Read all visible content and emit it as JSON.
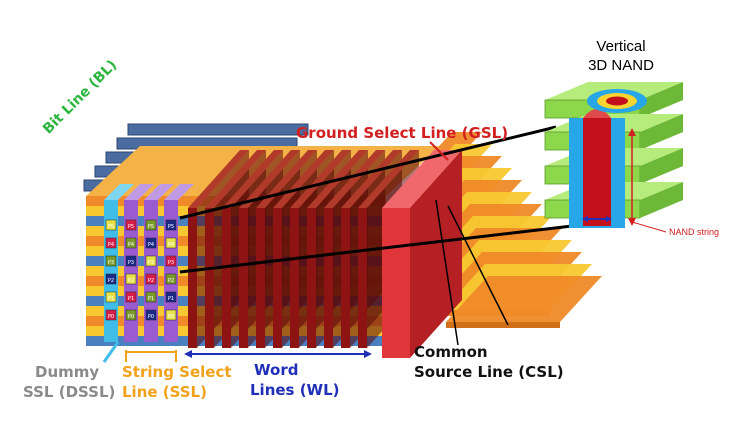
{
  "labels": {
    "vertical_line1": "Vertical",
    "vertical_line2": "3D NAND",
    "bit_line": "Bit Line (BL)",
    "gsl": "Ground Select Line (GSL)",
    "nand_string": "NAND string",
    "csl_line1": "Common",
    "csl_line2": "Source Line (CSL)",
    "wl_line1": "Word",
    "wl_line2": "Lines (WL)",
    "ssl_line1": "String Select",
    "ssl_line2": "Line (SSL)",
    "dssl_line1": "Dummy",
    "dssl_line2": "SSL (DSSL)"
  },
  "cell_labels": [
    "P5",
    "P4",
    "P3",
    "P2",
    "P1",
    "P0"
  ],
  "colors": {
    "bit_line": "#4a6ca0",
    "gsl": "#e0353a",
    "word_line": "#8e1414",
    "word_line_dark": "#5a0a0a",
    "layer_orange": "#f08a28",
    "layer_yellow": "#f7c830",
    "layer_blue": "#4a7fc0",
    "ssl_purple": "#9a5bd0",
    "dssl_cyan": "#3fbde8",
    "green_plate": "#8dd84a",
    "channel_red": "#c4101a",
    "channel_blue": "#27a6e8",
    "label_green": "#2bb53e",
    "label_red": "#d22020",
    "label_blue": "#1f2fb8",
    "label_orange": "#f2a21a",
    "label_gray": "#8a8a8a"
  }
}
